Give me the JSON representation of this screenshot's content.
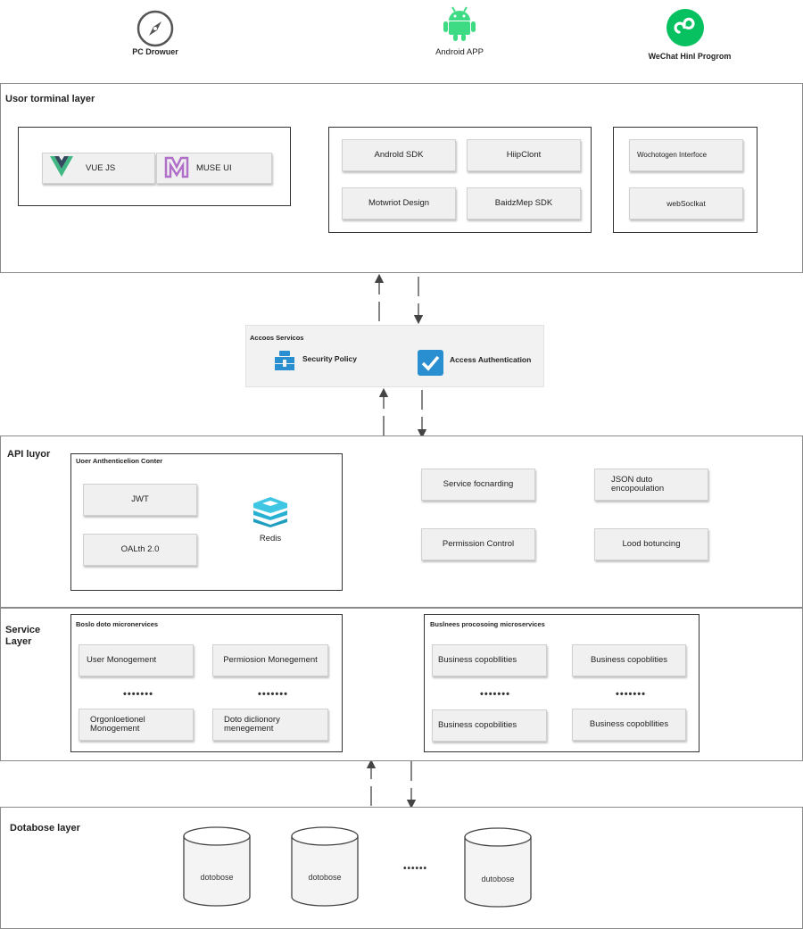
{
  "clients": {
    "pc": {
      "label": "PC Drowuer",
      "icon": "compass-icon"
    },
    "android": {
      "label": "Android APP",
      "icon": "android-icon"
    },
    "wechat": {
      "label": "WeChat Hinl Progrom",
      "icon": "wechat-mini-program-icon"
    }
  },
  "user_layer": {
    "title": "Usor torminal layer",
    "web": {
      "vue": "VUE JS",
      "muse": "MUSE UI"
    },
    "android": {
      "sdk": "Androld SDK",
      "http": "HiipClont",
      "material": "Motwriot Design",
      "baidu": "BaidzMep SDK"
    },
    "wechat": {
      "interface": "Wochotogen Interfoce",
      "websocket": "webSoclkat"
    }
  },
  "access": {
    "title": "Accoos Servicos",
    "security": "Security Policy",
    "auth": "Access Authentication"
  },
  "api_layer": {
    "title": "API luyor",
    "center_title": "Uoer Anthenticelion Conter",
    "jwt": "JWT",
    "oauth": "OALth 2.0",
    "redis": "Redis",
    "service_forwarding": "Service focnarding",
    "json": "JSON duto encopoulation",
    "permission": "Permission Control",
    "load_balancing": "Lood botuncing"
  },
  "service_layer": {
    "title": "Service Layer",
    "basic": {
      "title": "Boslo doto micronervices",
      "user_mgmt": "User Monogement",
      "perm_mgmt": "Permiosion Monegement",
      "org_mgmt": "Orgonloetionel Monogement",
      "dict_mgmt": "Doto diclionory menegement",
      "dots_a": "•••••••",
      "dots_b": "•••••••"
    },
    "business": {
      "title": "Buslnees procosoing microservices",
      "cap1": "Business copobllities",
      "cap2": "Business copoblities",
      "cap3": "Business copobilities",
      "cap4": "Business copobllities",
      "dots_a": "•••••••",
      "dots_b": "•••••••"
    }
  },
  "db_layer": {
    "title": "Dotabose layer",
    "db1": "dotobose",
    "db2": "dotobose",
    "db3": "dutobose",
    "dots": "••••••"
  }
}
